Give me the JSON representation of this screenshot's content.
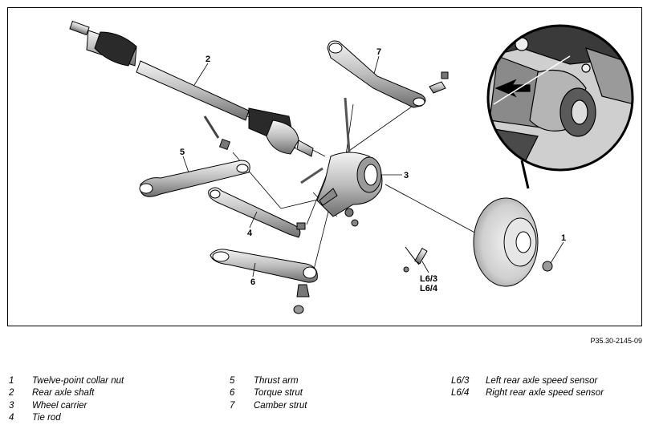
{
  "figure": {
    "code": "P35.30-2145-09",
    "callouts": {
      "c1": "1",
      "c2": "2",
      "c3": "3",
      "c4": "4",
      "c5": "5",
      "c6": "6",
      "c7": "7",
      "sensor_a": "L6/3",
      "sensor_b": "L6/4"
    }
  },
  "legend": {
    "col1": [
      {
        "num": "1",
        "label": "Twelve-point collar nut"
      },
      {
        "num": "2",
        "label": "Rear axle shaft"
      },
      {
        "num": "3",
        "label": "Wheel carrier"
      },
      {
        "num": "4",
        "label": "Tie rod"
      }
    ],
    "col2": [
      {
        "num": "5",
        "label": "Thrust arm"
      },
      {
        "num": "6",
        "label": "Torque strut"
      },
      {
        "num": "7",
        "label": "Camber strut"
      }
    ],
    "col3": [
      {
        "num": "L6/3",
        "label": "Left rear axle speed sensor"
      },
      {
        "num": "L6/4",
        "label": "Right rear axle speed sensor"
      }
    ]
  }
}
